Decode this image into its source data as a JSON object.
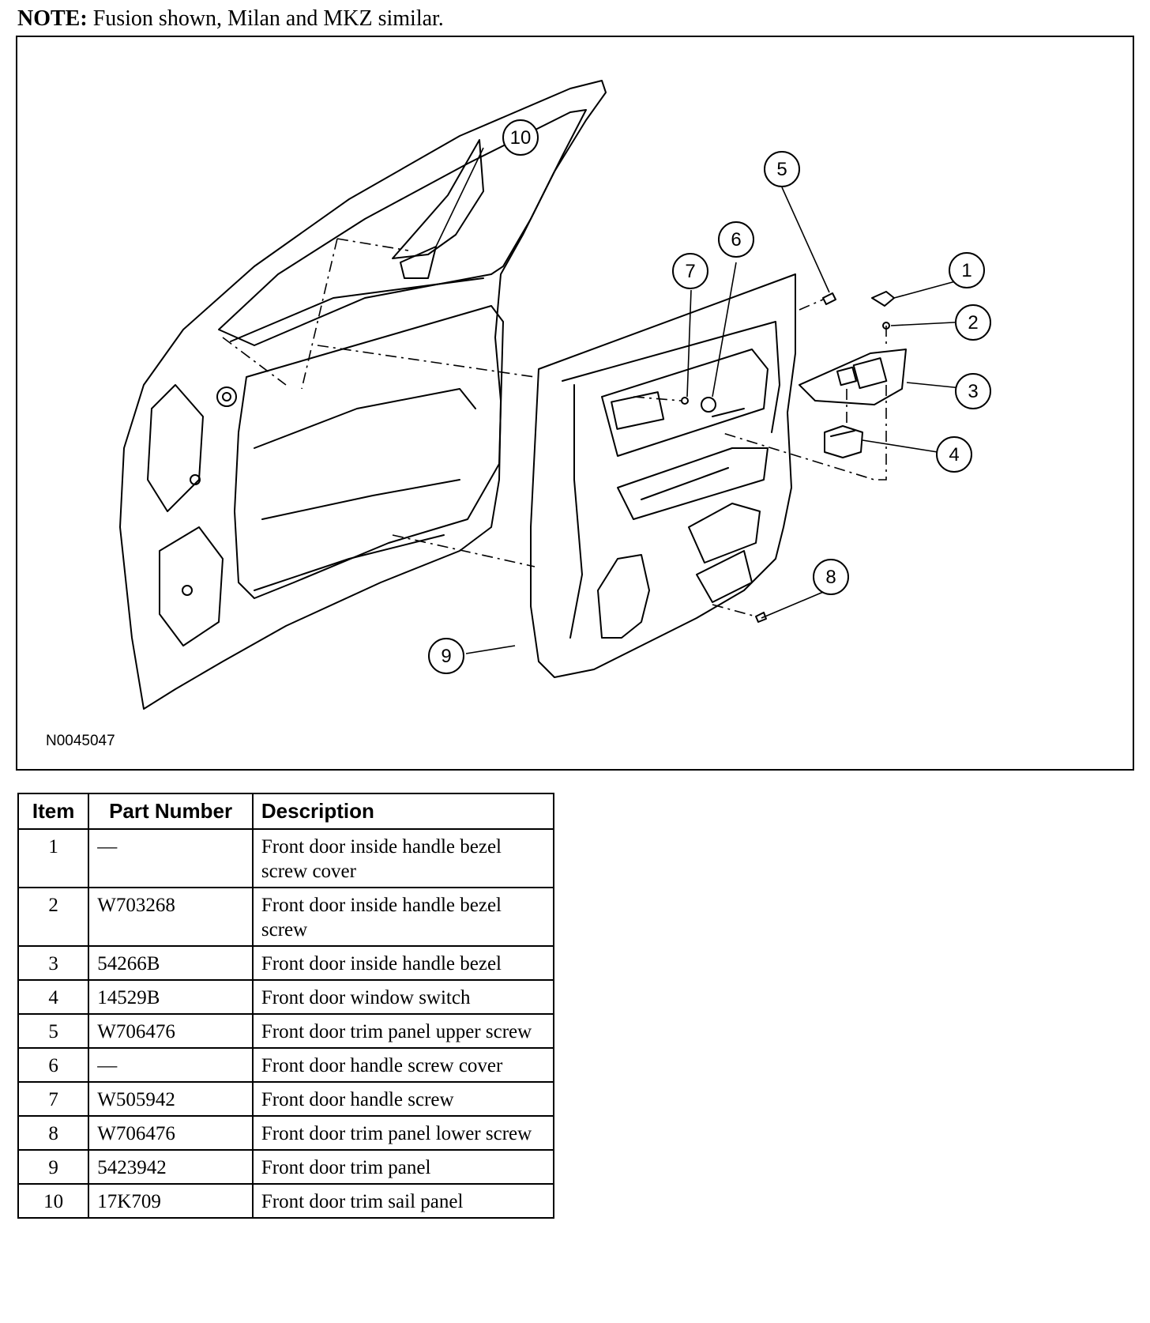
{
  "note": {
    "label": "NOTE:",
    "text": " Fusion shown, Milan and MKZ similar."
  },
  "figure": {
    "id": "N0045047",
    "callouts": [
      "1",
      "2",
      "3",
      "4",
      "5",
      "6",
      "7",
      "8",
      "9",
      "10"
    ]
  },
  "table": {
    "headers": [
      "Item",
      "Part Number",
      "Description"
    ],
    "rows": [
      {
        "item": "1",
        "part": "—",
        "desc": "Front door inside handle bezel screw cover"
      },
      {
        "item": "2",
        "part": "W703268",
        "desc": "Front door inside handle bezel screw"
      },
      {
        "item": "3",
        "part": "54266B",
        "desc": "Front door inside handle bezel"
      },
      {
        "item": "4",
        "part": "14529B",
        "desc": "Front door window switch"
      },
      {
        "item": "5",
        "part": "W706476",
        "desc": "Front door trim panel upper screw"
      },
      {
        "item": "6",
        "part": "—",
        "desc": "Front door handle screw cover"
      },
      {
        "item": "7",
        "part": "W505942",
        "desc": "Front door handle screw"
      },
      {
        "item": "8",
        "part": "W706476",
        "desc": "Front door trim panel lower screw"
      },
      {
        "item": "9",
        "part": "5423942",
        "desc": "Front door trim panel"
      },
      {
        "item": "10",
        "part": "17K709",
        "desc": "Front door trim sail panel"
      }
    ]
  }
}
